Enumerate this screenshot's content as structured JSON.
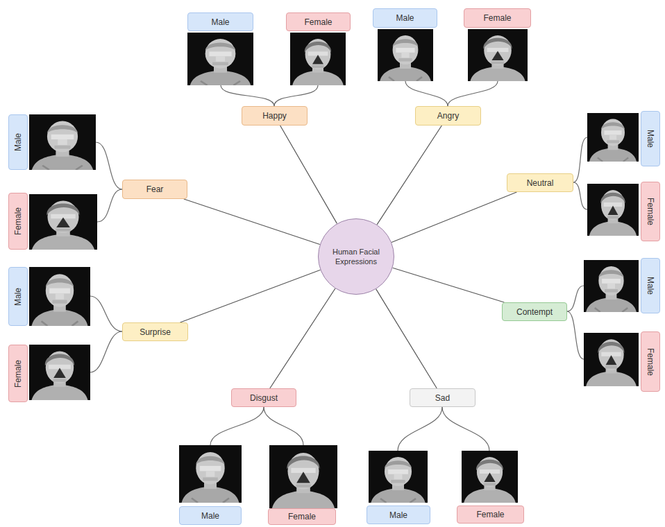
{
  "diagram": {
    "nodes": [
      {
        "text": [
          "Human Facial Expressions"
        ]
      },
      {
        "text": [
          "Happy"
        ]
      },
      {
        "text": [
          "Male"
        ]
      },
      {
        "text": [
          "Female"
        ]
      },
      {
        "text": [
          "Angry"
        ]
      },
      {
        "text": [
          "Male"
        ]
      },
      {
        "text": [
          "Female"
        ]
      },
      {
        "text": [
          "Fear"
        ]
      },
      {
        "text": [
          "Male"
        ]
      },
      {
        "text": [
          "Female"
        ]
      },
      {
        "text": [
          "Neutral"
        ]
      },
      {
        "text": [
          "Male"
        ]
      },
      {
        "text": [
          "Female"
        ]
      },
      {
        "text": [
          "Surprise"
        ]
      },
      {
        "text": [
          "Male"
        ]
      },
      {
        "text": [
          "Female"
        ]
      },
      {
        "text": [
          "Contempt"
        ]
      },
      {
        "text": [
          "Male"
        ]
      },
      {
        "text": [
          "Female"
        ]
      },
      {
        "text": [
          "Disgust"
        ]
      },
      {
        "text": [
          "Male"
        ]
      },
      {
        "text": [
          "Female"
        ]
      },
      {
        "text": [
          "Sad"
        ]
      },
      {
        "text": [
          "Male"
        ]
      },
      {
        "text": [
          "Female"
        ]
      }
    ],
    "edges": [
      {
        "from": 0,
        "to": 1,
        "arrow": "none"
      },
      {
        "from": 0,
        "to": 4,
        "arrow": "none"
      },
      {
        "from": 0,
        "to": 7,
        "arrow": "none"
      },
      {
        "from": 0,
        "to": 10,
        "arrow": "none"
      },
      {
        "from": 0,
        "to": 13,
        "arrow": "none"
      },
      {
        "from": 0,
        "to": 16,
        "arrow": "none"
      },
      {
        "from": 0,
        "to": 19,
        "arrow": "none"
      },
      {
        "from": 0,
        "to": 22,
        "arrow": "none"
      }
    ]
  }
}
